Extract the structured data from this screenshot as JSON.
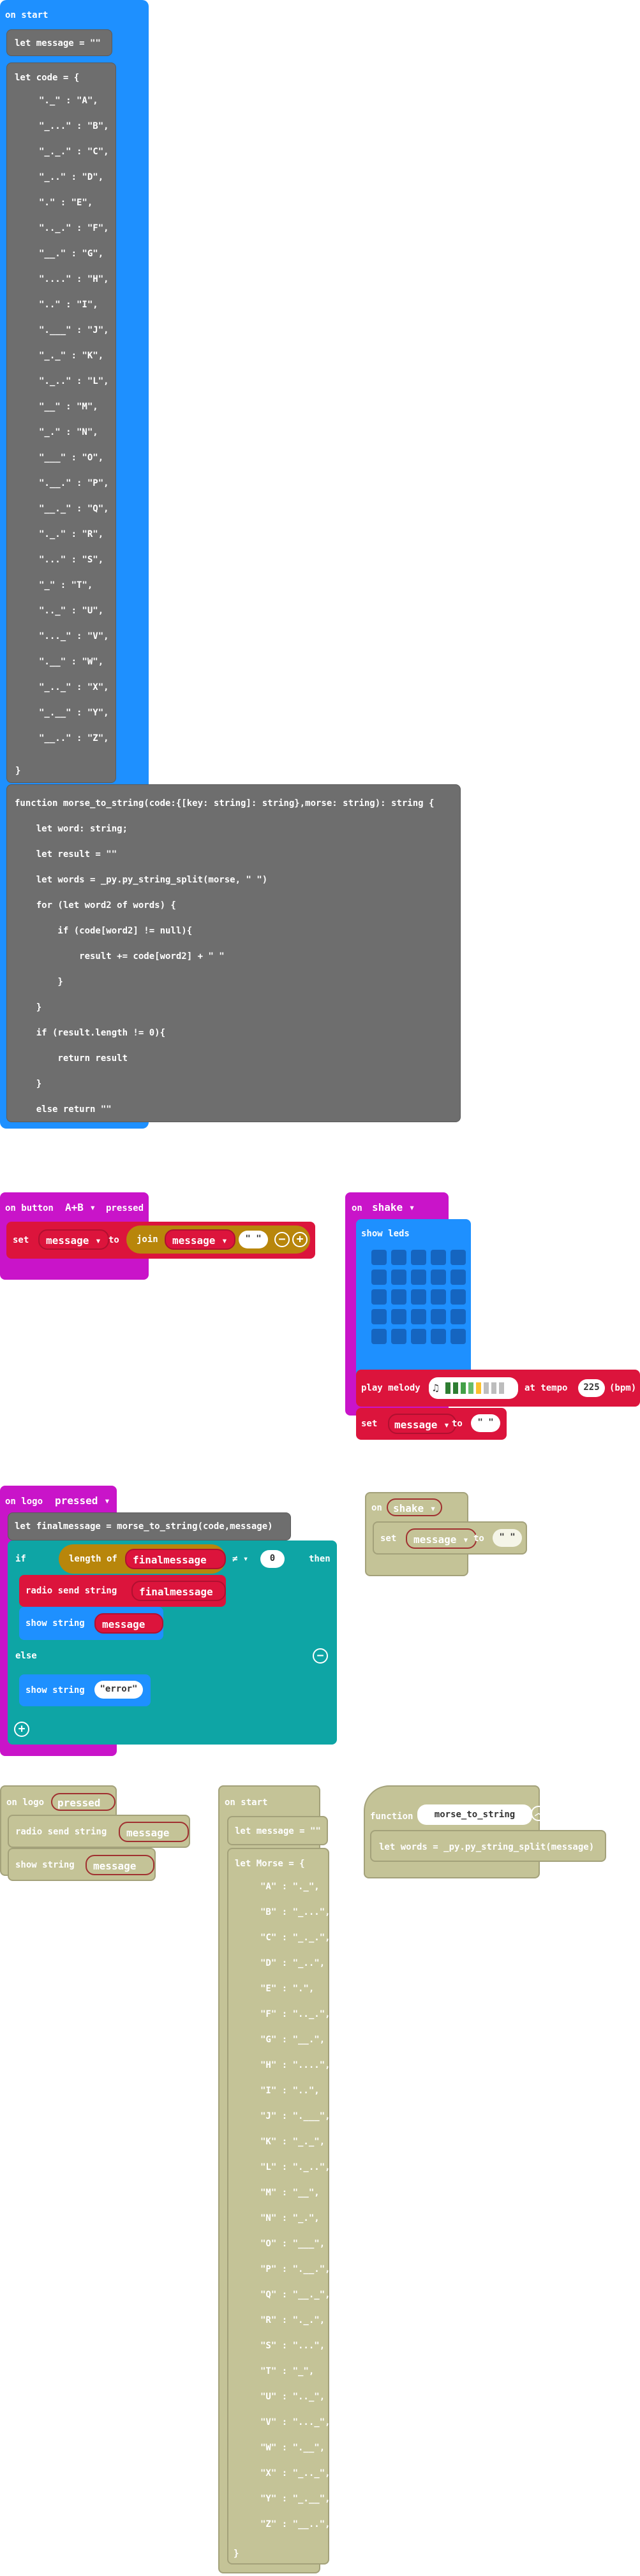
{
  "onstart": {
    "hat": "on start",
    "let_message": "let message = \"\"",
    "let_code_open": "let code = {",
    "code_entries": [
      "\"._\" : \"A\",",
      "\"_...\" : \"B\",",
      "\"_._.\" : \"C\",",
      "\"_..\" : \"D\",",
      "\".\" : \"E\",",
      "\".._.\" : \"F\",",
      "\"__.\" : \"G\",",
      "\"....\" : \"H\",",
      "\"..\" : \"I\",",
      "\".___\" : \"J\",",
      "\"_._\" : \"K\",",
      "\"._..\" : \"L\",",
      "\"__\" : \"M\",",
      "\"_.\" : \"N\",",
      "\"___\" : \"O\",",
      "\".__.\" : \"P\",",
      "\"__._\" : \"Q\",",
      "\"._.\" : \"R\",",
      "\"...\" : \"S\",",
      "\"_\" : \"T\",",
      "\".._\" : \"U\",",
      "\"..._\" : \"V\",",
      "\".__\" : \"W\",",
      "\"_.._\" : \"X\",",
      "\"_.__\" : \"Y\",",
      "\"__..\" : \"Z\","
    ],
    "close_brace": "}",
    "function_lines": [
      "function morse_to_string(code:{[key: string]: string},morse: string): string {",
      "    let word: string;",
      "    let result = \"\"",
      "    let words = _py.py_string_split(morse, \" \")",
      "    for (let word2 of words) {",
      "        if (code[word2] != null){",
      "            result += code[word2] + \" \"",
      "        }",
      "    }",
      "    if (result.length != 0){",
      "        return result",
      "    }",
      "    else return \"\"",
      "}"
    ]
  },
  "button_block": {
    "on": "on button",
    "button": "A+B",
    "pressed": "pressed",
    "set": "set",
    "var": "message",
    "to": "to",
    "join": "join",
    "join_var": "message",
    "string": "\" \""
  },
  "shake_block": {
    "on": "on",
    "gesture": "shake",
    "show_leds": "show leds",
    "play_melody": "play melody",
    "at_tempo": "at tempo",
    "tempo": "225",
    "bpm": "(bpm)",
    "set": "set",
    "var": "message",
    "to": "to",
    "string": "\" \""
  },
  "logo_block": {
    "on": "on logo",
    "pressed": "pressed",
    "let_final": "let finalmessage = morse_to_string(code,message)",
    "if": "if",
    "length_of": "length of",
    "length_var": "finalmessage",
    "op": "≠",
    "zero": "0",
    "then": "then",
    "radio_send": "radio send string",
    "radio_var": "finalmessage",
    "show_string": "show string",
    "show_var": "message",
    "else": "else",
    "show_string2": "show string",
    "error": "\"error\""
  },
  "ghost_shake": {
    "on": "on",
    "gesture": "shake",
    "set": "set",
    "var": "message",
    "to": "to",
    "string": "\" \""
  },
  "ghost_logo": {
    "on": "on logo",
    "pressed": "pressed",
    "radio_send": "radio send string",
    "radio_var": "message",
    "show_string": "show string",
    "show_var": "message"
  },
  "ghost_start": {
    "hat": "on start",
    "let_message": "let message = \"\"",
    "let_morse": "let Morse = {",
    "entries": [
      "\"A\" : \"._\",",
      "\"B\" : \"_...\",",
      "\"C\" : \"_._.\",",
      "\"D\" : \"_..\",",
      "\"E\" : \".\",",
      "\"F\" : \".._.\",",
      "\"G\" : \"__.\",",
      "\"H\" : \"....\",",
      "\"I\" : \"..\",",
      "\"J\" : \".___\",",
      "\"K\" : \"_._\",",
      "\"L\" : \"._..\",",
      "\"M\" : \"__\",",
      "\"N\" : \"_.\",",
      "\"O\" : \"___\",",
      "\"P\" : \".__.\",",
      "\"Q\" : \"__._\",",
      "\"R\" : \"._.\",",
      "\"S\" : \"...\",",
      "\"T\" : \"_\",",
      "\"U\" : \".._\",",
      "\"V\" : \"..._\",",
      "\"W\" : \".__\",",
      "\"X\" : \"_.._\",",
      "\"Y\" : \"_.__\",",
      "\"Z\" : \"__..\","
    ],
    "close_brace": "}"
  },
  "ghost_function": {
    "function": "function",
    "name": "morse_to_string",
    "let_words": "let words = _py.py_string_split(message)"
  },
  "colors": {
    "basic": "#1e90ff",
    "variables": "#dc143c",
    "input": "#c914c9",
    "logic": "#0ea5a5",
    "code": "#6e6e6e",
    "disabled": "#c4c397"
  }
}
